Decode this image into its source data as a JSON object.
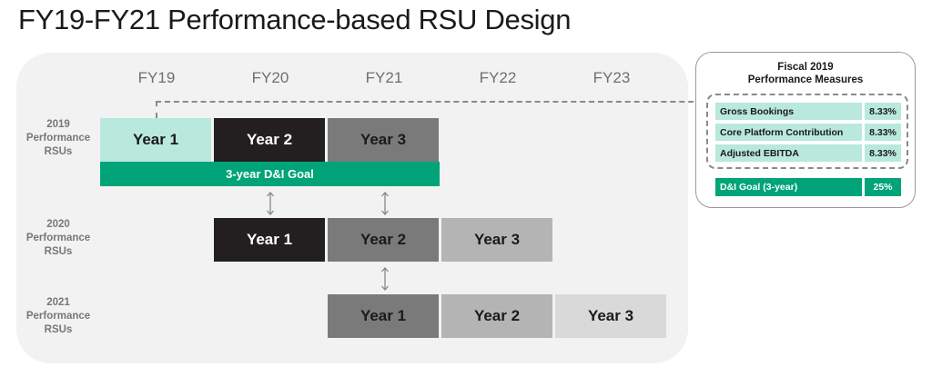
{
  "title": "FY19-FY21 Performance-based RSU Design",
  "fiscal_years": [
    "FY19",
    "FY20",
    "FY21",
    "FY22",
    "FY23"
  ],
  "grants": [
    {
      "label_lines": [
        "2019",
        "Performance",
        "RSUs"
      ],
      "cells": [
        "Year 1",
        "Year 2",
        "Year 3"
      ]
    },
    {
      "label_lines": [
        "2020",
        "Performance",
        "RSUs"
      ],
      "cells": [
        "Year 1",
        "Year 2",
        "Year 3"
      ]
    },
    {
      "label_lines": [
        "2021",
        "Performance",
        "RSUs"
      ],
      "cells": [
        "Year 1",
        "Year 2",
        "Year 3"
      ]
    }
  ],
  "goal_bar": "3-year D&I Goal",
  "measures_box": {
    "title_lines": [
      "Fiscal 2019",
      "Performance Measures"
    ],
    "measures": [
      {
        "name": "Gross Bookings",
        "weight": "8.33%"
      },
      {
        "name": "Core Platform Contribution",
        "weight": "8.33%"
      },
      {
        "name": "Adjusted EBITDA",
        "weight": "8.33%"
      }
    ],
    "goal": {
      "name": "D&I Goal (3-year)",
      "weight": "25%"
    }
  },
  "colors": {
    "year1_2019": "#b9e8dc",
    "black": "#231f20",
    "dark_gray": "#7a7a7a",
    "mid_gray": "#b4b4b4",
    "light_gray": "#d9d9d9",
    "green": "#00a478",
    "panel": "#f2f2f2"
  }
}
